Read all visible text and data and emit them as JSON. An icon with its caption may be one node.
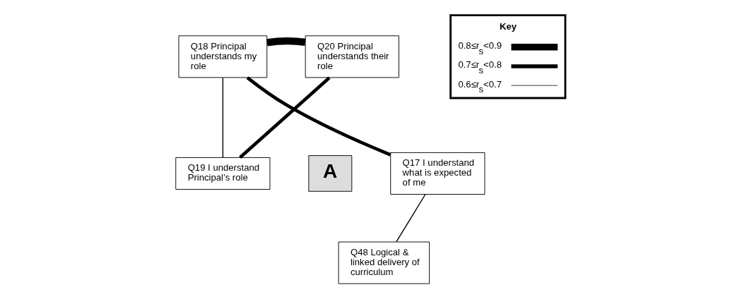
{
  "diagram": {
    "nodes": [
      {
        "text": [
          "Q18 Principal understands my role"
        ]
      },
      {
        "text": [
          "Q20 Principal understands their role"
        ]
      },
      {
        "text": [
          "Q19 I understand Principal’s role"
        ]
      },
      {
        "text": [
          "Q17 I understand what is expected of me"
        ]
      },
      {
        "text": [
          "Q48 Logical & linked delivery of curriculum"
        ]
      },
      {
        "text": [
          "A"
        ]
      }
    ],
    "edges": [
      {
        "from": 0,
        "to": 1,
        "arrow": "none",
        "style": "thick"
      },
      {
        "from": 0,
        "to": 3,
        "arrow": "none"
      },
      {
        "from": 1,
        "to": 2,
        "arrow": "none"
      },
      {
        "from": 0,
        "to": 2,
        "arrow": "none"
      },
      {
        "from": 3,
        "to": 4,
        "arrow": "none"
      }
    ],
    "labels": [
      "Key"
    ],
    "legend": [
      {
        "text": "0.8≤r$_{s}$<0.9"
      },
      {
        "text": "0.7≤r$_{s}$<0.8"
      },
      {
        "text": "0.6≤r$_{s}$<0.7"
      }
    ]
  }
}
